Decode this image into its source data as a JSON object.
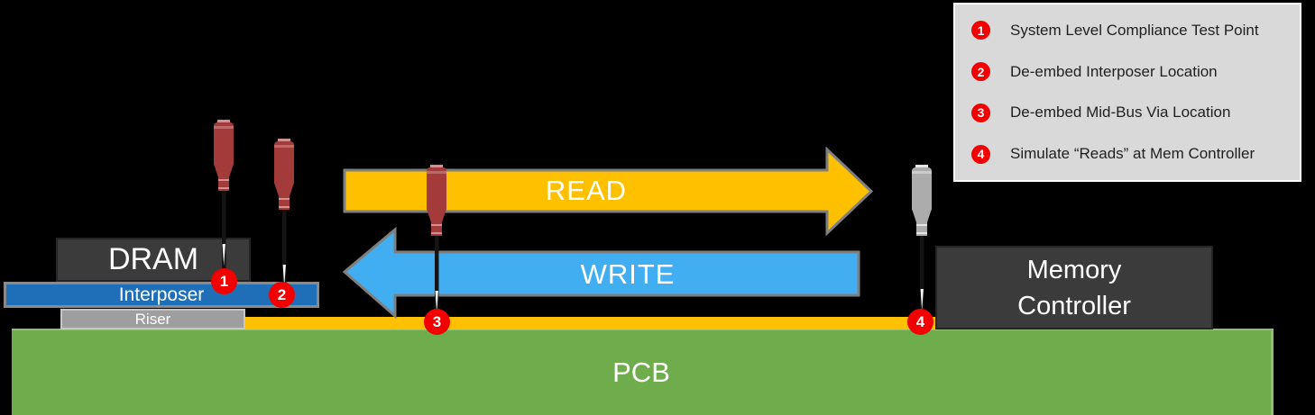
{
  "diagram": {
    "blocks": {
      "dram": "DRAM",
      "interposer": "Interposer",
      "riser": "Riser",
      "pcb": "PCB",
      "memory_controller": "Memory\nController"
    },
    "arrows": {
      "read": "READ",
      "write": "WRITE"
    },
    "markers": [
      {
        "number": "1"
      },
      {
        "number": "2"
      },
      {
        "number": "3"
      },
      {
        "number": "4"
      }
    ]
  },
  "legend": {
    "items": [
      {
        "number": "1",
        "label": "System Level Compliance Test Point"
      },
      {
        "number": "2",
        "label": "De-embed Interposer Location"
      },
      {
        "number": "3",
        "label": "De-embed Mid-Bus Via Location"
      },
      {
        "number": "4",
        "label": "Simulate “Reads” at Mem Controller"
      }
    ]
  },
  "colors": {
    "read_arrow": "#FFC000",
    "write_arrow": "#41AEF2",
    "bus": "#FFC000",
    "pcb": "#6FAD4C",
    "chip": "#3B3B3B",
    "interposer": "#1E6FB8",
    "riser": "#9E9E9E",
    "marker": "#F20000",
    "legend_bg": "#D9D9D9",
    "probe_red": "#A33B3B",
    "probe_gray": "#ACACAC"
  }
}
